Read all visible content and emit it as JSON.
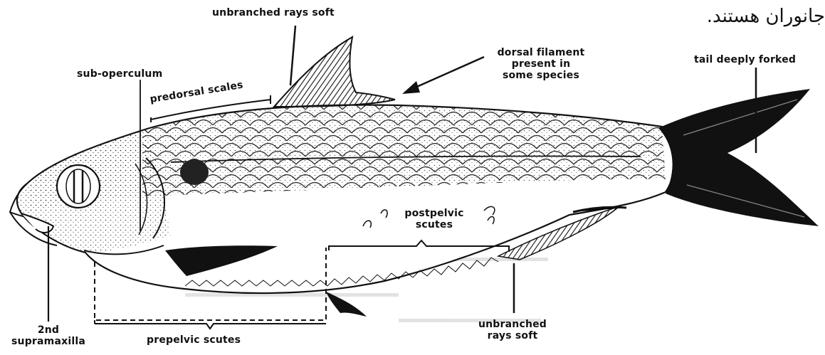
{
  "caption_fragment": "جانوران هستند.",
  "labels": {
    "unbranched_rays_soft_top": "unbranched rays soft",
    "dorsal_filament": [
      "dorsal filament",
      "present in",
      "some species"
    ],
    "tail_deeply_forked": "tail deeply forked",
    "sub_operculum": "sub-operculum",
    "predorsal_scales": "predorsal scales",
    "postpelvic_scutes": [
      "postpelvic",
      "scutes"
    ],
    "second_supramaxilla": [
      "2nd",
      "supramaxilla"
    ],
    "prepelvic_scutes": "prepelvic scutes",
    "unbranched_rays_soft_bottom": [
      "unbranched",
      "rays soft"
    ]
  }
}
